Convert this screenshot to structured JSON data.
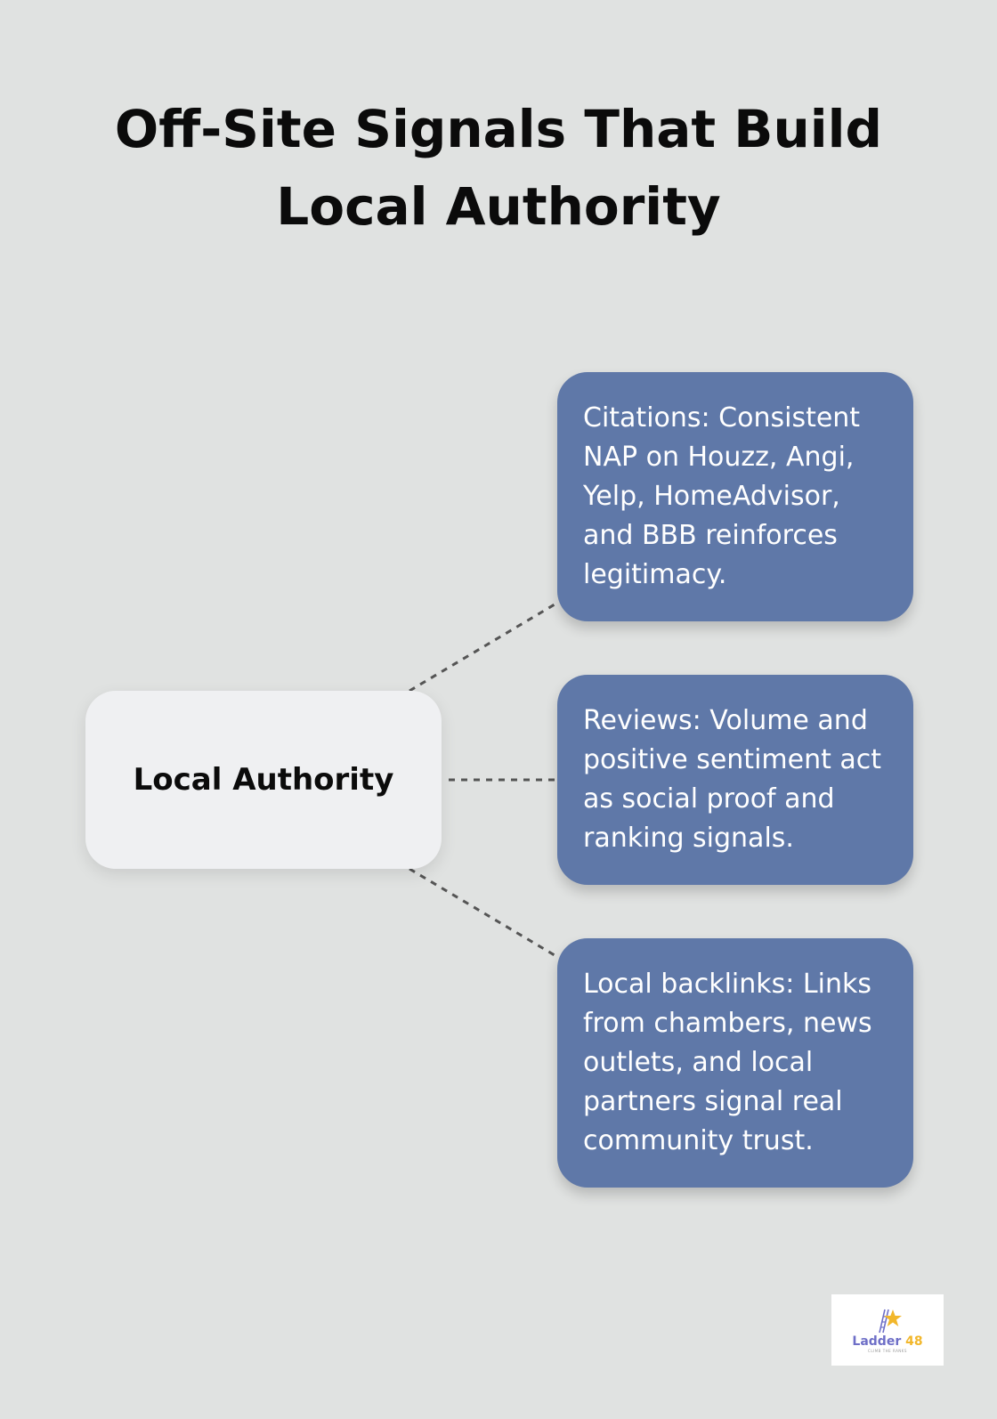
{
  "title": "Off-Site Signals That Build Local Authority",
  "center": {
    "label": "Local Authority"
  },
  "signals": [
    {
      "id": "citations",
      "text": "Citations: Consistent NAP on Houzz, Angi, Yelp, HomeAdvisor, and BBB reinforces legitimacy."
    },
    {
      "id": "reviews",
      "text": "Reviews: Volume and positive sentiment act as social proof and ranking signals."
    },
    {
      "id": "backlinks",
      "text": "Local backlinks: Links from chambers, news outlets, and local partners signal real community trust."
    }
  ],
  "logo": {
    "word1": "Ladder",
    "word2": "48",
    "tagline": "CLIMB THE RANKS"
  },
  "colors": {
    "background": "#e0e2e1",
    "center_box": "#eff0f2",
    "signal_box": "#5f78a8",
    "connector": "#555555",
    "logo_primary": "#6e6fc7",
    "logo_accent": "#f2b72b"
  }
}
